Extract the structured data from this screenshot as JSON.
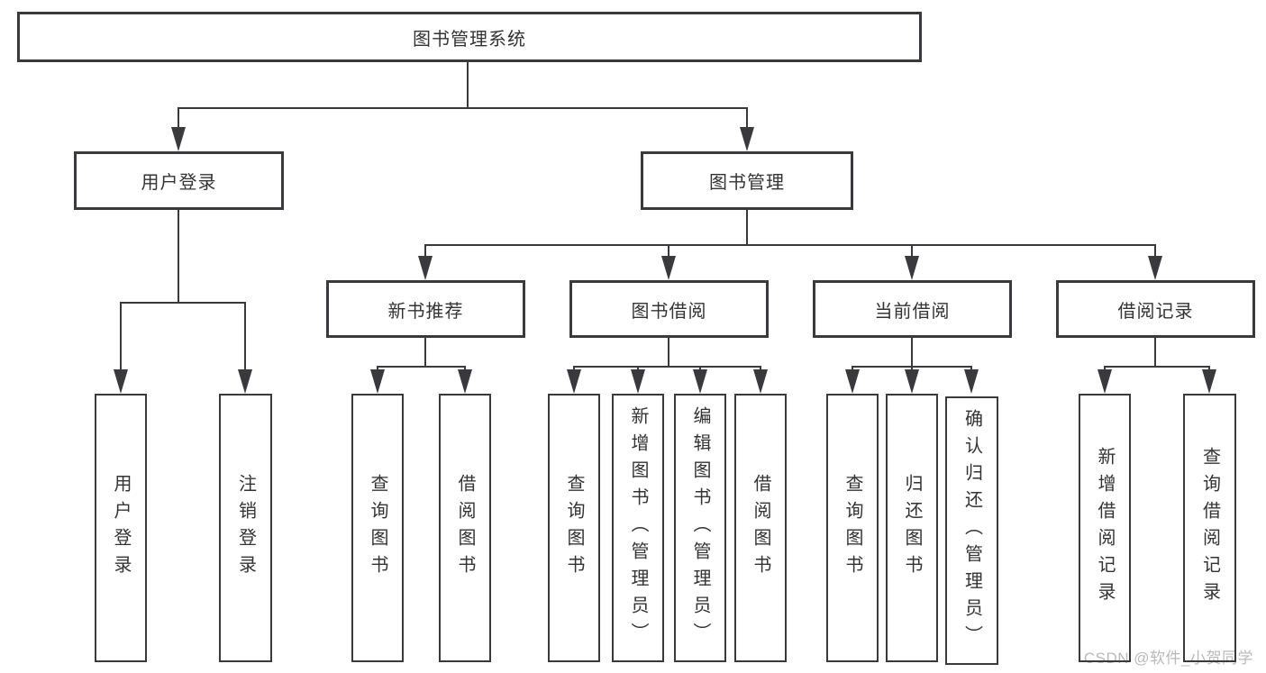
{
  "type": "tree-diagram",
  "title": "图书管理系统",
  "watermark": "CSDN @软件_小贺同学",
  "colors": {
    "line": "#3a3a3e",
    "text": "#333333",
    "watermark": "#b9b9b9",
    "bg": "#ffffff"
  },
  "tree": {
    "label": "图书管理系统",
    "children": [
      {
        "label": "用户登录",
        "children": [
          {
            "label": "用户登录"
          },
          {
            "label": "注销登录"
          }
        ]
      },
      {
        "label": "图书管理",
        "children": [
          {
            "label": "新书推荐",
            "children": [
              {
                "label": "查询图书"
              },
              {
                "label": "借阅图书"
              }
            ]
          },
          {
            "label": "图书借阅",
            "children": [
              {
                "label": "查询图书"
              },
              {
                "label": "新增图书（管理员）"
              },
              {
                "label": "编辑图书（管理员）"
              },
              {
                "label": "借阅图书"
              }
            ]
          },
          {
            "label": "当前借阅",
            "children": [
              {
                "label": "查询图书"
              },
              {
                "label": "归还图书"
              },
              {
                "label": "确认归还（管理员）"
              }
            ]
          },
          {
            "label": "借阅记录",
            "children": [
              {
                "label": "新增借阅记录"
              },
              {
                "label": "查询借阅记录"
              }
            ]
          }
        ]
      }
    ]
  }
}
